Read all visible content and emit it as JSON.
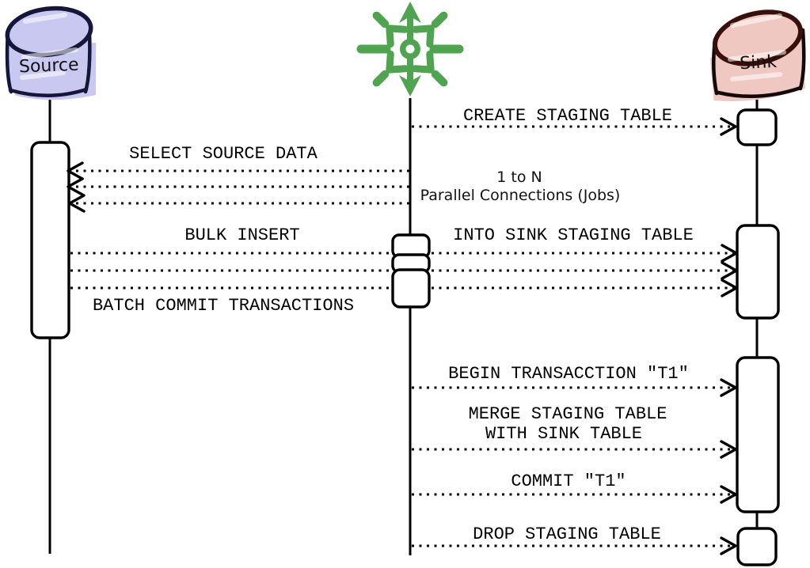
{
  "diagram": {
    "type": "sequence",
    "actors": {
      "source": {
        "label": "Source",
        "kind": "database-cylinder"
      },
      "connector": {
        "icon": "distribution-hub-icon",
        "kind": "parallel-connector"
      },
      "sink": {
        "label": "Sink",
        "kind": "database-cylinder"
      }
    },
    "messages": [
      {
        "id": "create-staging-table",
        "label": "CREATE STAGING TABLE",
        "from": "connector",
        "to": "sink",
        "style": "dotted",
        "arrows": 1
      },
      {
        "id": "select-source-data",
        "label": "SELECT SOURCE DATA",
        "from": "connector",
        "to": "source",
        "style": "dotted",
        "arrows": 3
      },
      {
        "id": "bulk-insert",
        "label": "BULK INSERT",
        "from": "source",
        "to": "sink",
        "style": "dotted",
        "arrows": 3
      },
      {
        "id": "into-sink-staging-table",
        "label": "INTO SINK STAGING TABLE",
        "from": "source",
        "to": "sink",
        "style": "dotted",
        "arrows": 3
      },
      {
        "id": "batch-commit-transactions",
        "label": "BATCH COMMIT TRANSACTIONS",
        "from": "source",
        "to": "sink",
        "style": "dotted",
        "arrows": 3
      },
      {
        "id": "begin-transaction",
        "label": "BEGIN TRANSACCTION \"T1\"",
        "from": "connector",
        "to": "sink",
        "style": "dotted",
        "arrows": 1
      },
      {
        "id": "merge-staging-line1",
        "label": "MERGE STAGING TABLE",
        "from": "connector",
        "to": "sink",
        "style": "dotted",
        "arrows": 1
      },
      {
        "id": "merge-staging-line2",
        "label": "WITH SINK TABLE",
        "from": "connector",
        "to": "sink",
        "style": "dotted",
        "arrows": 1
      },
      {
        "id": "commit-transaction",
        "label": "COMMIT \"T1\"",
        "from": "connector",
        "to": "sink",
        "style": "dotted",
        "arrows": 1
      },
      {
        "id": "drop-staging-table",
        "label": "DROP STAGING TABLE",
        "from": "connector",
        "to": "sink",
        "style": "dotted",
        "arrows": 1
      }
    ],
    "note": {
      "line1": "1 to N",
      "line2": "Parallel Connections (Jobs)"
    },
    "colors": {
      "source_fill": "#c8c8f0",
      "source_stroke": "#16163a",
      "sink_fill": "#f0c8c2",
      "sink_stroke": "#390f0b",
      "sink_body_stroke": "#140808",
      "connector_green": "#4fa44f",
      "line_black": "#000000"
    }
  }
}
